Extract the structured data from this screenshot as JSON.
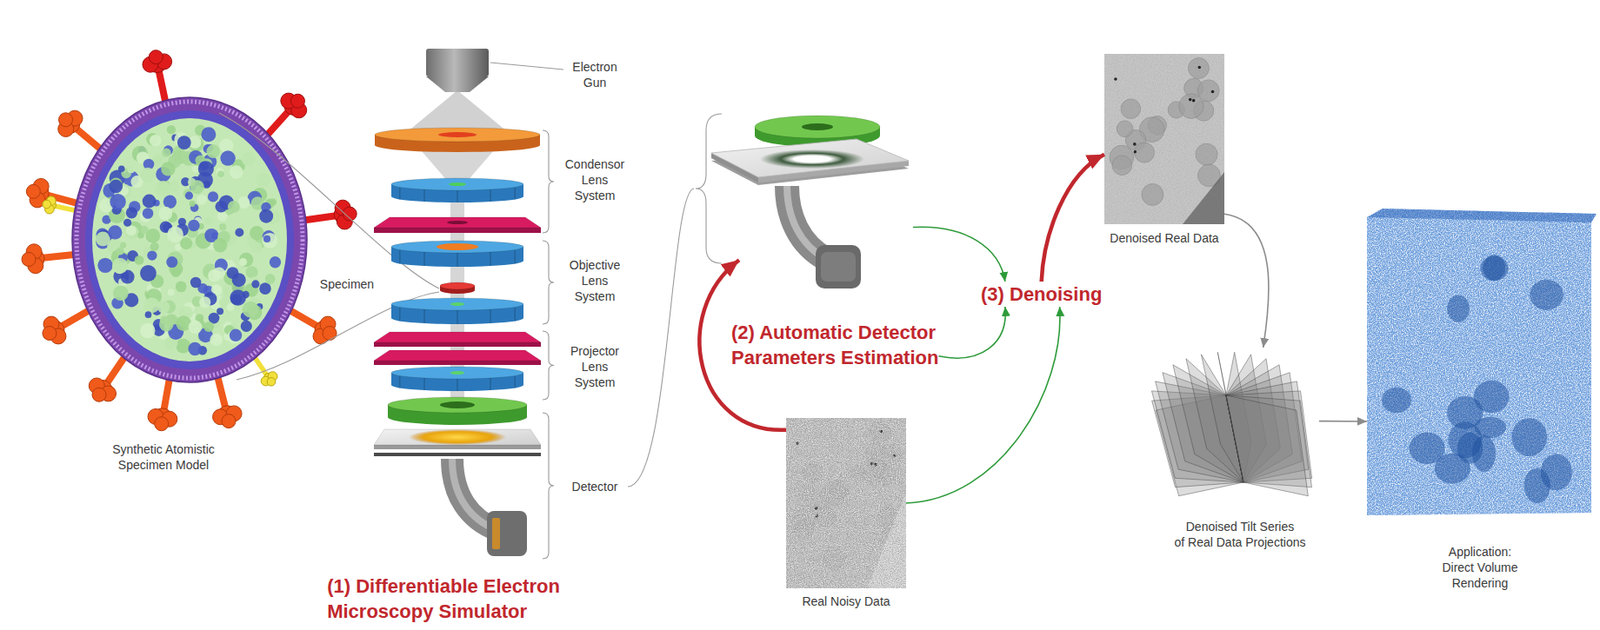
{
  "diagram": {
    "nodes": [
      {
        "text": [
          "Synthetic Atomistic Specimen Model"
        ]
      },
      {
        "text": [
          "(1) Differentiable Electron Microscopy Simulator"
        ]
      },
      {
        "text": [
          "(2) Automatic Detector Parameters Estimation"
        ]
      },
      {
        "text": [
          "Real Noisy Data"
        ]
      },
      {
        "text": [
          "(3) Denoising"
        ]
      },
      {
        "text": [
          "Denoised Real Data"
        ]
      },
      {
        "text": [
          "Denoised Tilt Series of Real Data Projections"
        ]
      },
      {
        "text": [
          "Application: Direct Volume Rendering"
        ]
      }
    ],
    "edges": [
      {
        "from": 3,
        "to": 2,
        "arrow": "to"
      },
      {
        "from": 2,
        "to": 4,
        "arrow": "to"
      },
      {
        "from": 2,
        "to": 4,
        "arrow": "to"
      },
      {
        "from": 3,
        "to": 4,
        "arrow": "to"
      },
      {
        "from": 4,
        "to": 5,
        "arrow": "to"
      },
      {
        "from": 5,
        "to": 6,
        "arrow": "to"
      },
      {
        "from": 6,
        "to": 7,
        "arrow": "to"
      }
    ],
    "labels": [
      "Electron Gun",
      "Condensor Lens System",
      "Specimen",
      "Objective Lens System",
      "Projector Lens System",
      "Detector"
    ]
  }
}
